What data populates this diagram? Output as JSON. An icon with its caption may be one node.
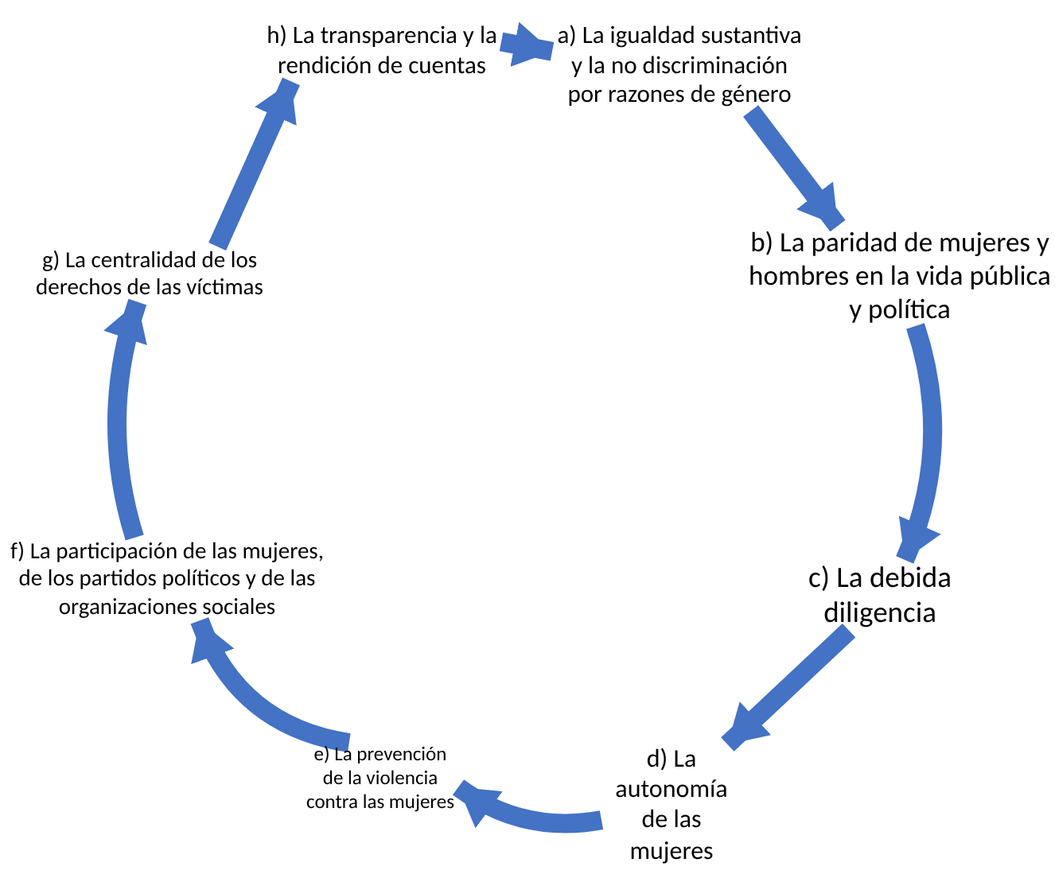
{
  "diagram": {
    "nodes": [
      {
        "text": [
          "a) La igualdad sustantiva y la no discriminación por razones de género"
        ]
      },
      {
        "text": [
          "b) La paridad de mujeres y hombres en la vida pública y política"
        ]
      },
      {
        "text": [
          "c) La debida diligencia"
        ]
      },
      {
        "text": [
          "d) La autonomía de las mujeres"
        ]
      },
      {
        "text": [
          "e) La prevención de la violencia contra las mujeres"
        ]
      },
      {
        "text": [
          "f) La participación de las mujeres, de los partidos políticos y de las organizaciones sociales"
        ]
      },
      {
        "text": [
          "g) La centralidad de los derechos de las víctimas"
        ]
      },
      {
        "text": [
          "h) La transparencia y la rendición de cuentas"
        ]
      }
    ],
    "edges": [
      {
        "from": 0,
        "to": 1,
        "arrow": "to"
      },
      {
        "from": 1,
        "to": 2,
        "arrow": "to"
      },
      {
        "from": 2,
        "to": 3,
        "arrow": "to"
      },
      {
        "from": 3,
        "to": 4,
        "arrow": "to"
      },
      {
        "from": 4,
        "to": 5,
        "arrow": "to"
      },
      {
        "from": 5,
        "to": 6,
        "arrow": "to"
      },
      {
        "from": 6,
        "to": 7,
        "arrow": "to"
      },
      {
        "from": 7,
        "to": 0,
        "arrow": "to"
      }
    ]
  }
}
